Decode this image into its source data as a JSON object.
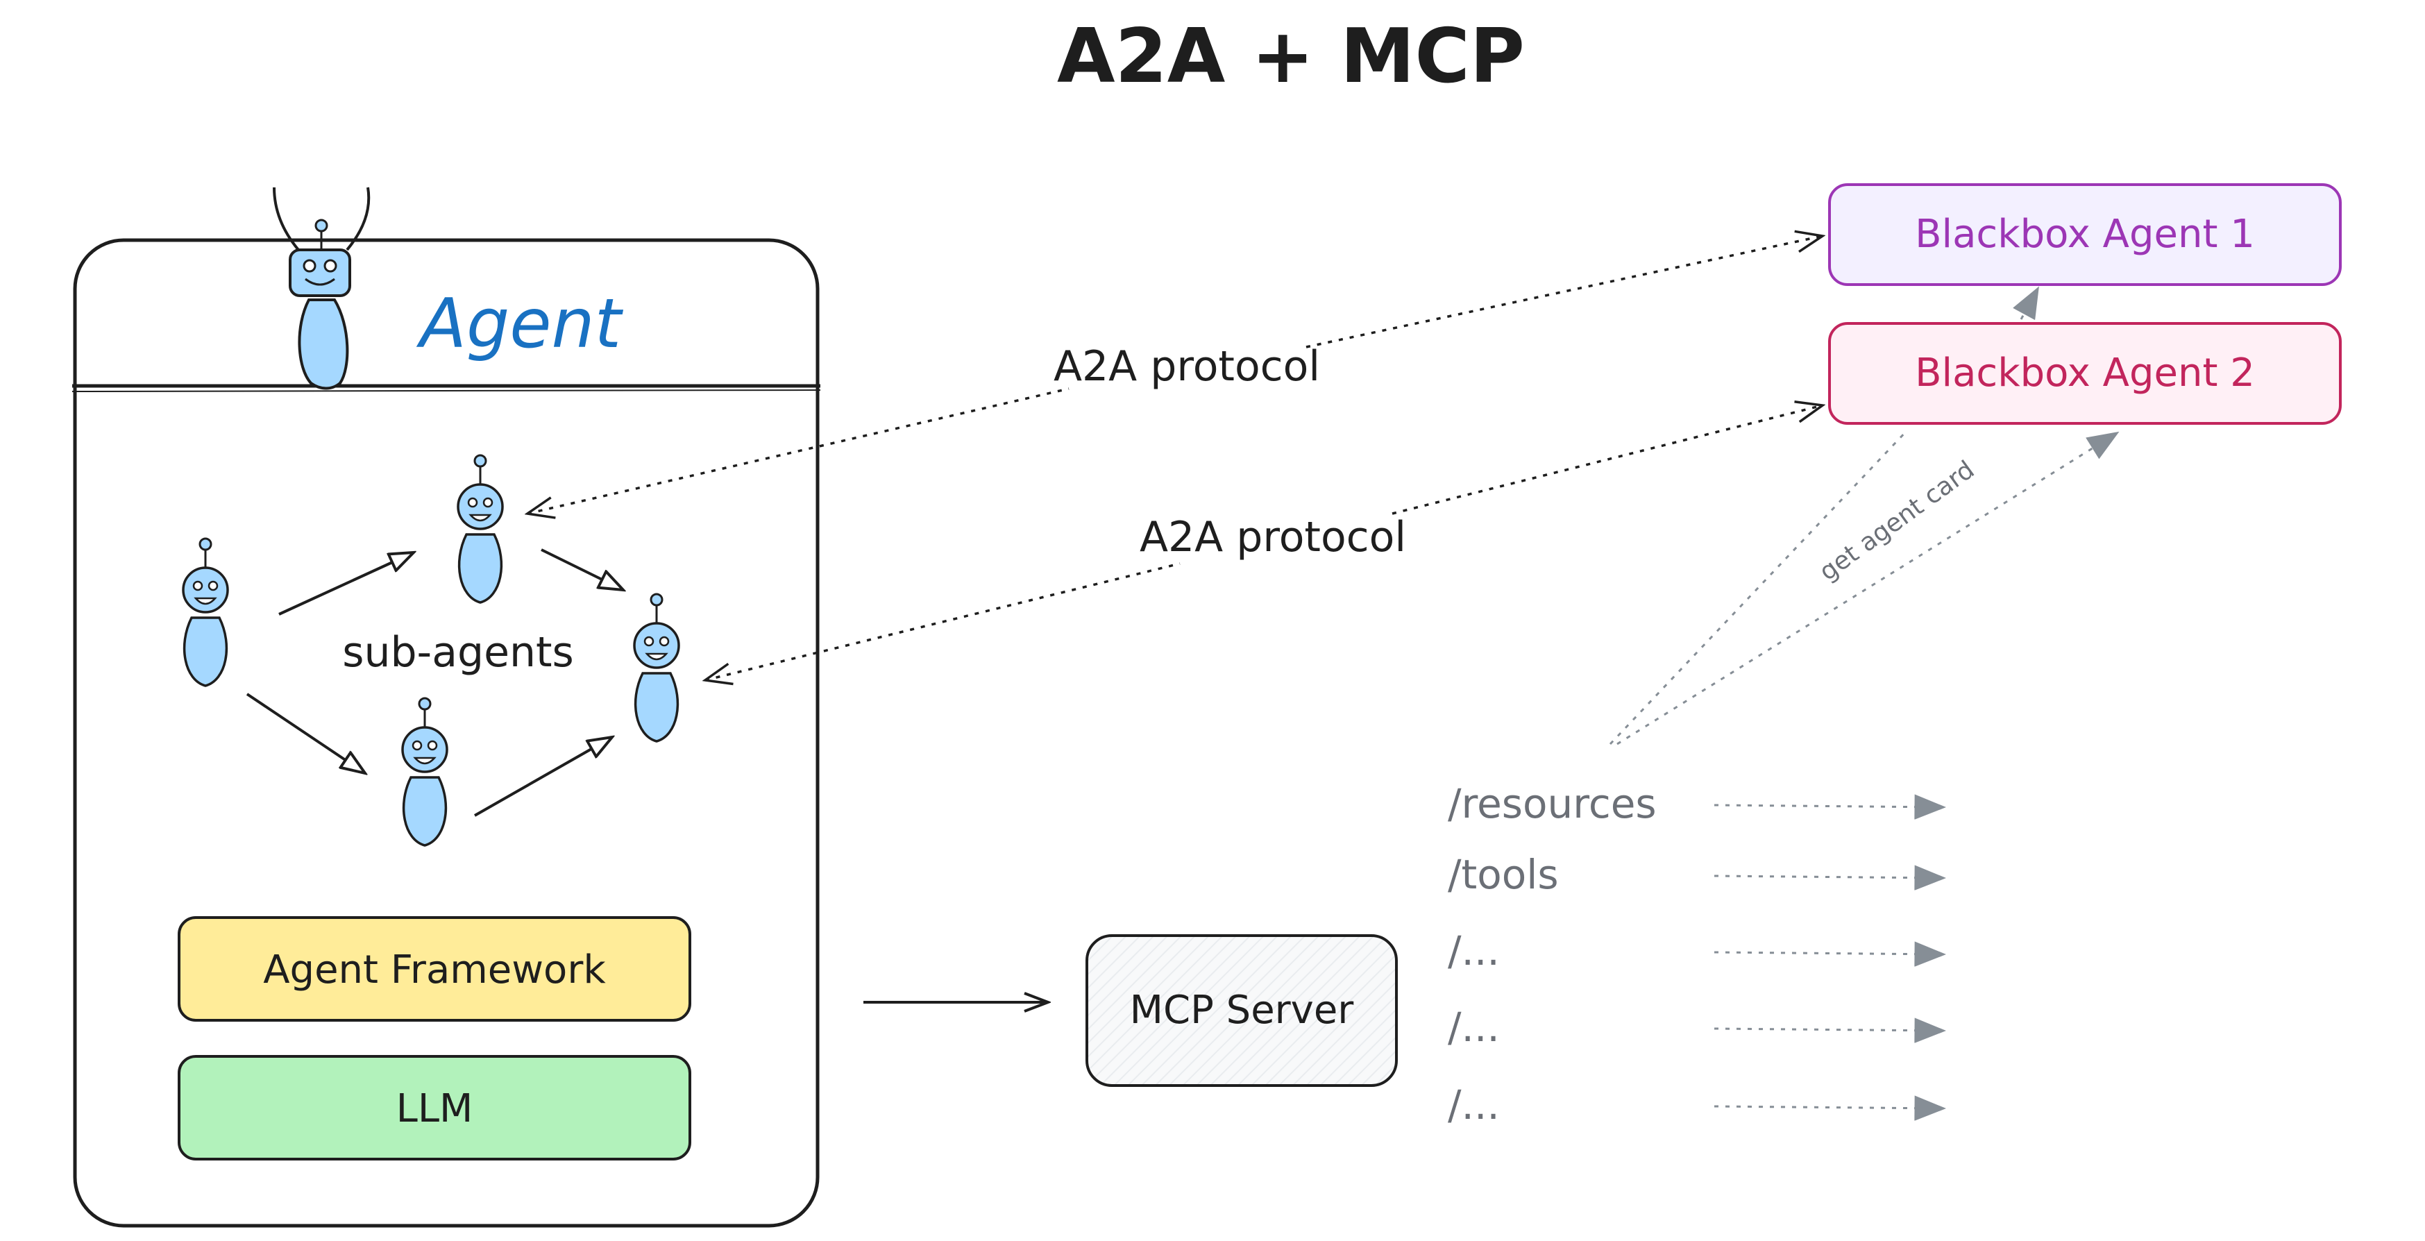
{
  "title": "A2A + MCP",
  "agent": {
    "title": "Agent",
    "subagents_label": "sub-agents"
  },
  "framework_label": "Agent Framework",
  "llm_label": "LLM",
  "mcp_server_label": "MCP Server",
  "blackbox_1": "Blackbox Agent 1",
  "blackbox_2": "Blackbox Agent 2",
  "a2a_label_1": "A2A protocol",
  "a2a_label_2": "A2A protocol",
  "agent_card_label": "get agent card",
  "endpoints": [
    "/resources",
    "/tools",
    "/...",
    "/...",
    "/..."
  ],
  "colors": {
    "robot_fill": "#a5d8ff",
    "framework_fill": "#ffec99",
    "llm_fill": "#b2f2bb",
    "blackbox1_fill": "#f3f0ff",
    "blackbox1_stroke": "#9c36b5",
    "blackbox2_fill": "#fff0f6",
    "blackbox2_stroke": "#c2255c",
    "agent_title": "#1971c2",
    "gray": "#868e96"
  }
}
